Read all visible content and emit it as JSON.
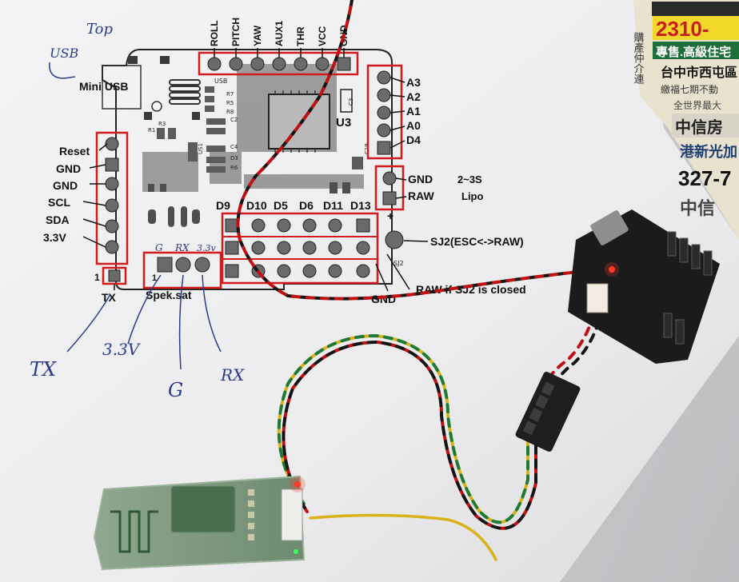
{
  "handwriting": {
    "top": "Top",
    "usb": "USB",
    "tx": "TX",
    "v33": "3.3V",
    "g": "G",
    "rx": "RX",
    "spek_g": "G",
    "spek_rx": "RX",
    "spek_33": "3.3v"
  },
  "top_header": [
    "ROLL",
    "PITCH",
    "YAW",
    "AUX1",
    "THR",
    "VCC",
    "GND"
  ],
  "left_pins": [
    "Reset",
    "GND",
    "GND",
    "SCL",
    "SDA",
    "3.3V"
  ],
  "right_pins": [
    "A3",
    "A2",
    "A1",
    "A0",
    "D4"
  ],
  "digital_pins": [
    "D9",
    "D10",
    "D5",
    "D6",
    "D11",
    "D13"
  ],
  "board": {
    "mini_usb": "Mini USB",
    "usb_small": "USB",
    "u3": "U3",
    "tx_label": "TX",
    "one_a": "1",
    "one_b": "1",
    "spek_sat": "Spek.sat",
    "gnd_power": "GND",
    "raw_power": "RAW",
    "two_three_s": "2~3S",
    "lipo": "Lipo",
    "plus": "+",
    "sj2_esc": "SJ2(ESC<->RAW)",
    "sj2": "SJ2",
    "gnd_bottom": "GND",
    "raw_closed": "RAW if SJ2 is closed",
    "r7": "R7",
    "r5": "R5",
    "r8": "R8",
    "c2": "C2",
    "r1": "R1",
    "r3": "R3",
    "us1": "US1",
    "c4": "C4",
    "d3": "D3",
    "r6": "R6",
    "c19": "C19",
    "c3": "C3"
  },
  "newspaper": {
    "price": "2310-",
    "line1": "專售.高級住宅",
    "line2": "台中市西屯區",
    "line3": "繳福七期不動",
    "line4": "全世界最大",
    "line5": "中信房",
    "line6": "港新光加",
    "line7": "327-7",
    "line8": "中信",
    "side": "購產仲介連"
  },
  "colors": {
    "ink_blue": "#2b3a8c",
    "highlight_red": "#d41b1b",
    "wire_red": "#c01010",
    "wire_black": "#141414",
    "wire_yellow": "#d9b21a",
    "wire_green": "#1f7a33",
    "pcb_black": "#1b1b1b",
    "bt_green": "#4f7a50"
  }
}
